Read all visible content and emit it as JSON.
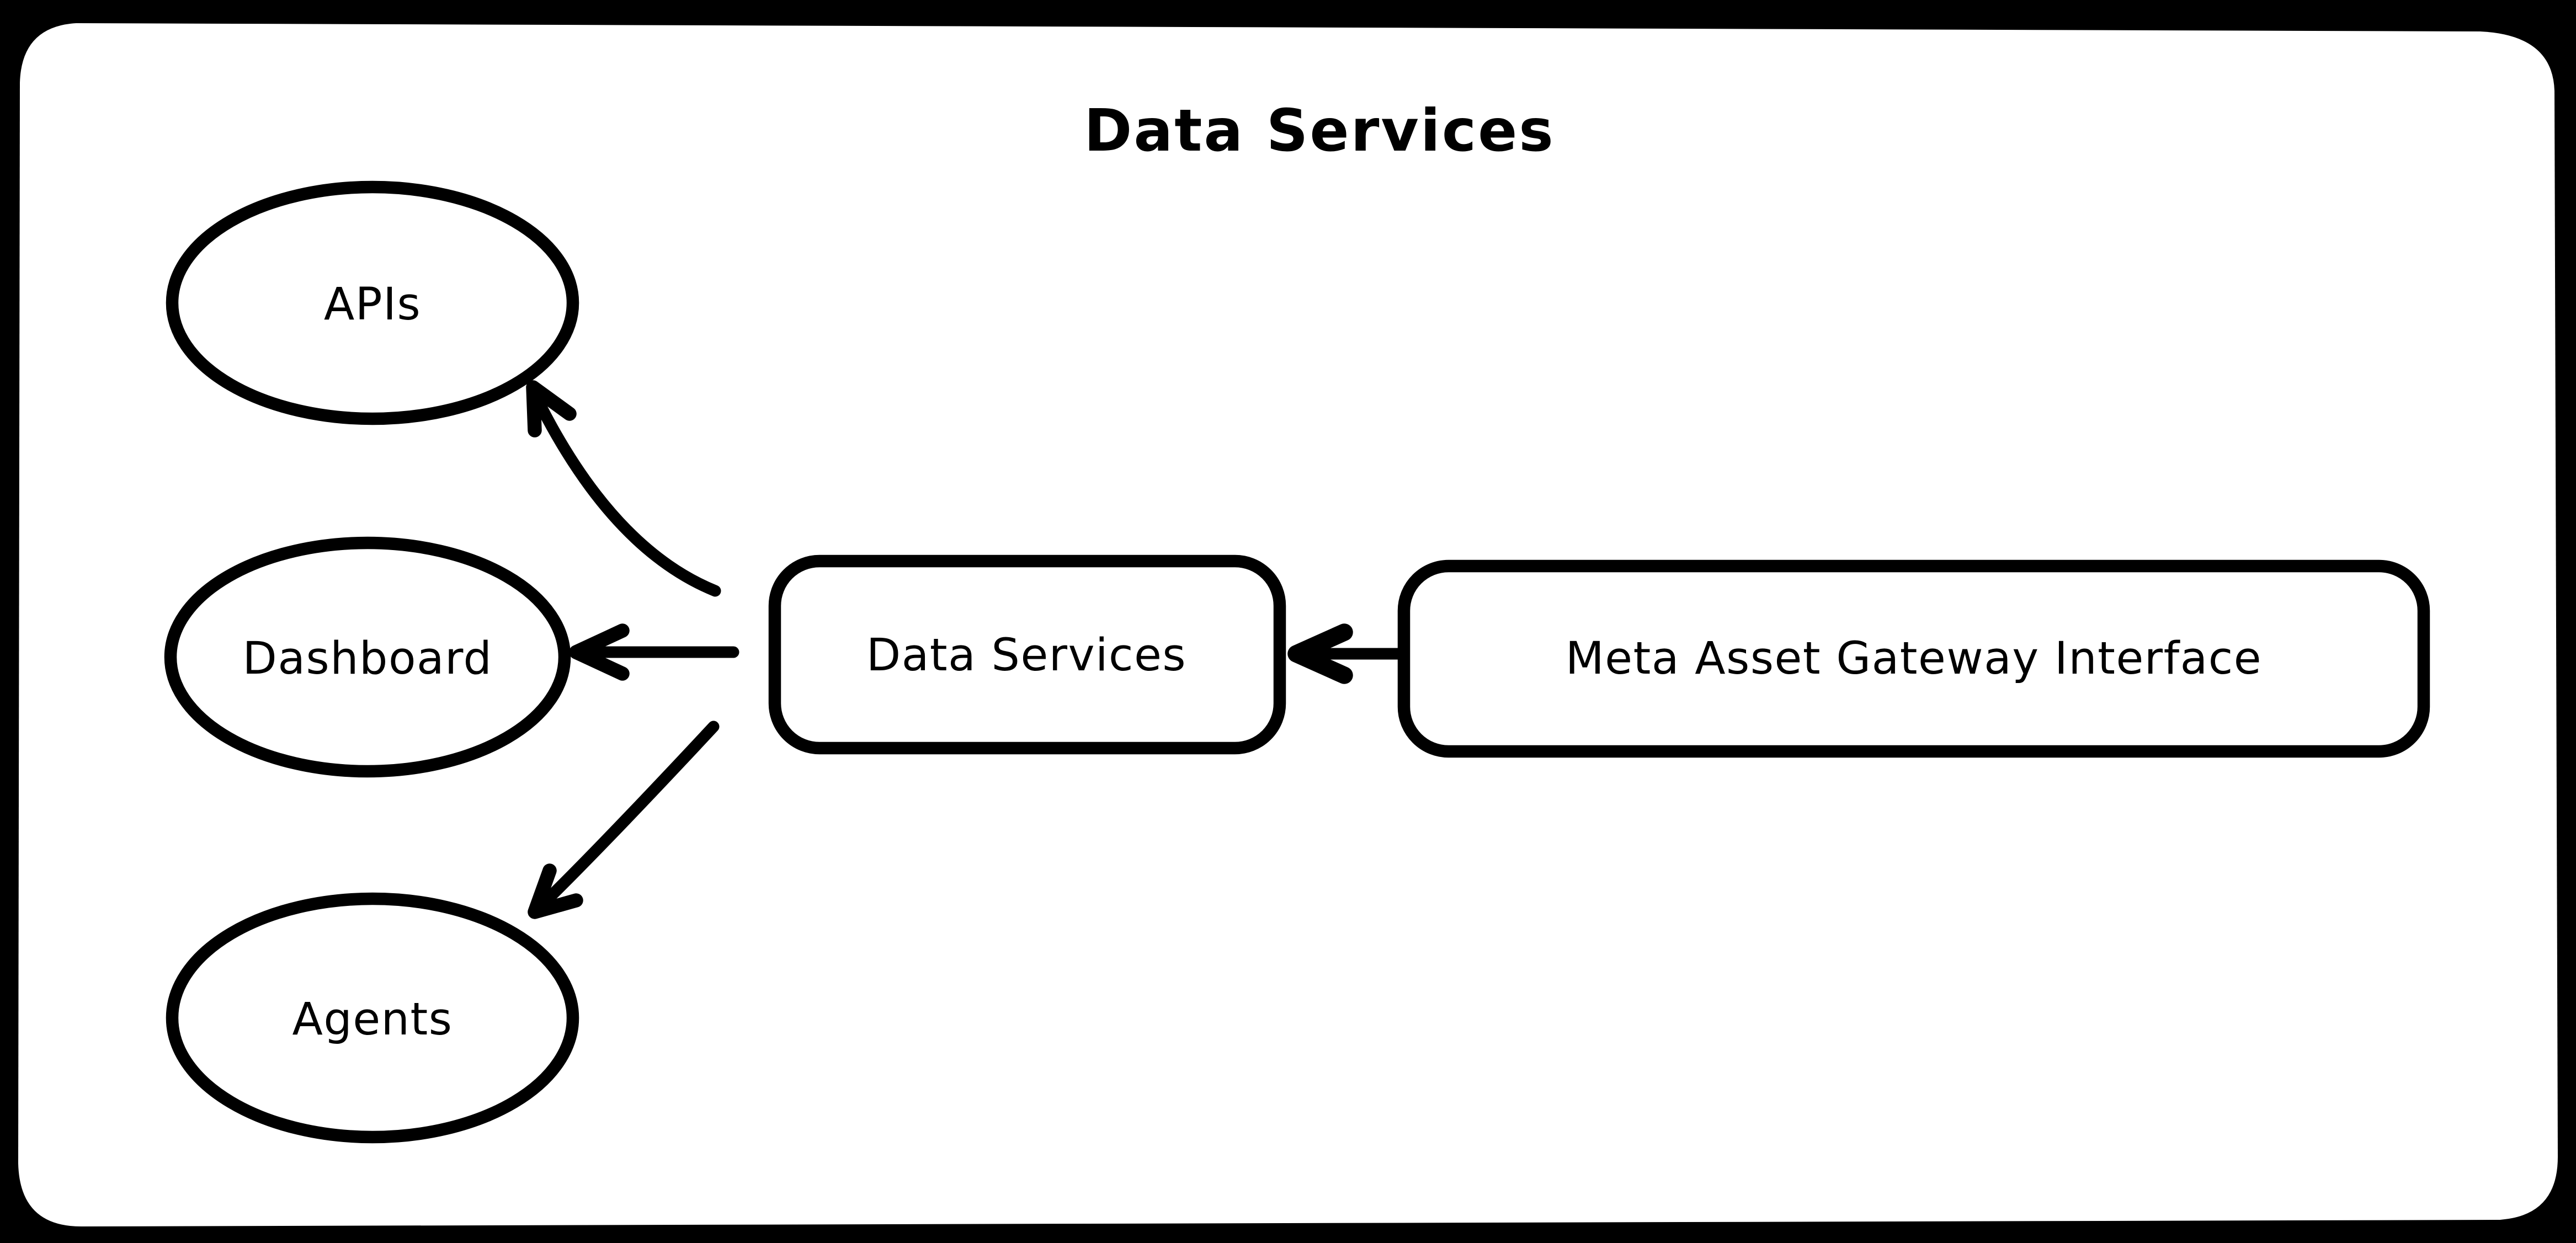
{
  "diagram": {
    "title": "Data Services",
    "nodes": [
      {
        "id": "apis",
        "label": "APIs",
        "shape": "ellipse"
      },
      {
        "id": "dashboard",
        "label": "Dashboard",
        "shape": "ellipse"
      },
      {
        "id": "agents",
        "label": "Agents",
        "shape": "ellipse"
      },
      {
        "id": "data-services",
        "label": "Data Services",
        "shape": "rounded-rectangle"
      },
      {
        "id": "meta-asset-gateway-interface",
        "label": "Meta Asset Gateway Interface",
        "shape": "rounded-rectangle"
      }
    ],
    "edges": [
      {
        "from": "data-services",
        "to": "apis",
        "style": "curved-arrow"
      },
      {
        "from": "data-services",
        "to": "dashboard",
        "style": "straight-arrow"
      },
      {
        "from": "data-services",
        "to": "agents",
        "style": "curved-arrow"
      },
      {
        "from": "meta-asset-gateway-interface",
        "to": "data-services",
        "style": "straight-arrow"
      }
    ],
    "colors": {
      "stroke": "#000000",
      "canvas": "#ffffff",
      "frame": "#000000"
    }
  }
}
